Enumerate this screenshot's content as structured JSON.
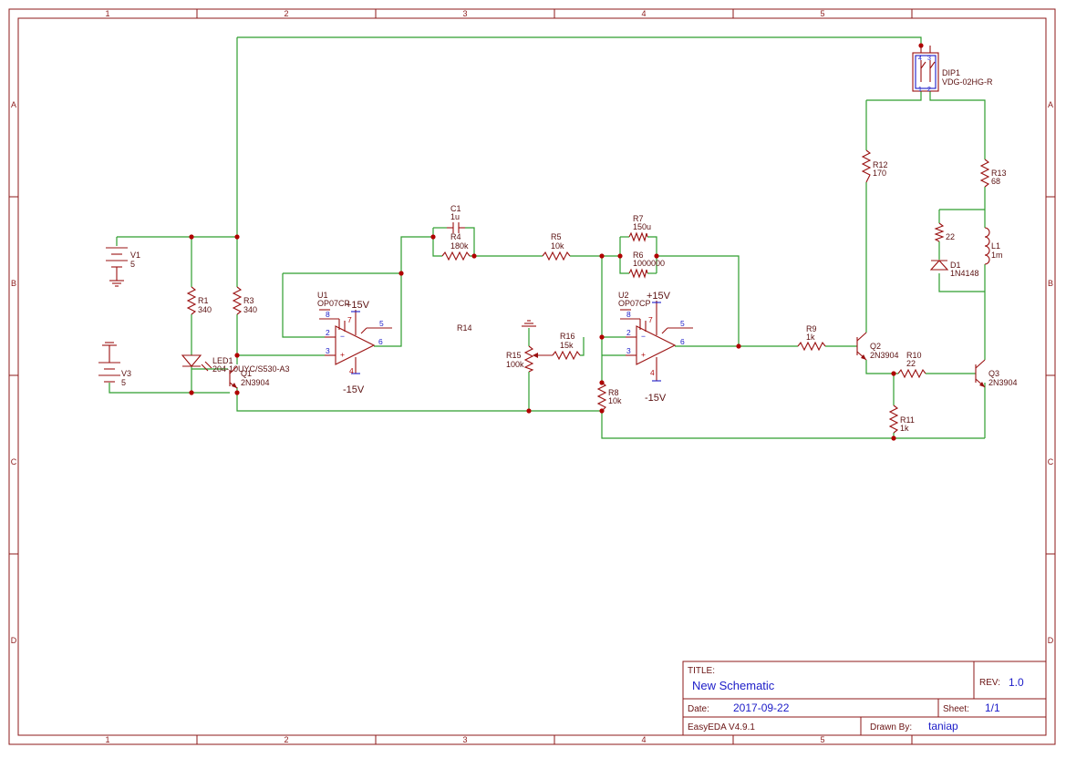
{
  "frame": {
    "columns": [
      "1",
      "2",
      "3",
      "4",
      "5"
    ],
    "rows": [
      "A",
      "B",
      "C",
      "D"
    ]
  },
  "title_block": {
    "title_label": "TITLE:",
    "title": "New Schematic",
    "rev_label": "REV:",
    "rev": "1.0",
    "date_label": "Date:",
    "date": "2017-09-22",
    "sheet_label": "Sheet:",
    "sheet": "1/1",
    "software": "EasyEDA V4.9.1",
    "drawn_by_label": "Drawn By:",
    "drawn_by": "taniap"
  },
  "components": {
    "v1": {
      "ref": "V1",
      "value": "5"
    },
    "v3": {
      "ref": "V3",
      "value": "5"
    },
    "r1": {
      "ref": "R1",
      "value": "340"
    },
    "r3": {
      "ref": "R3",
      "value": "340"
    },
    "led1": {
      "ref": "LED1",
      "value": "204-10UYC/S530-A3"
    },
    "q1": {
      "ref": "Q1",
      "value": "2N3904"
    },
    "u1": {
      "ref": "U1",
      "value": "OP07CP",
      "vplus": "+15V",
      "vminus": "-15V",
      "pins": [
        "8",
        "7",
        "2",
        "5",
        "3",
        "6",
        "4"
      ]
    },
    "c1": {
      "ref": "C1",
      "value": "1u"
    },
    "r4": {
      "ref": "R4",
      "value": "180k"
    },
    "r5": {
      "ref": "R5",
      "value": "10k"
    },
    "r14": {
      "ref": "R14"
    },
    "r15": {
      "ref": "R15",
      "value": "100k"
    },
    "r16": {
      "ref": "R16",
      "value": "15k"
    },
    "r7": {
      "ref": "R7",
      "value": "150u"
    },
    "r6": {
      "ref": "R6",
      "value": "1000000"
    },
    "u2": {
      "ref": "U2",
      "value": "OP07CP",
      "vplus": "+15V",
      "vminus": "-15V",
      "pins": [
        "8",
        "7",
        "2",
        "5",
        "3",
        "6",
        "4"
      ]
    },
    "r8": {
      "ref": "R8",
      "value": "10k"
    },
    "r9": {
      "ref": "R9",
      "value": "1k"
    },
    "q2": {
      "ref": "Q2",
      "value": "2N3904"
    },
    "r10": {
      "ref": "R10",
      "value": "22"
    },
    "r11": {
      "ref": "R11",
      "value": "1k"
    },
    "q3": {
      "ref": "Q3",
      "value": "2N3904"
    },
    "r12": {
      "ref": "R12",
      "value": "170"
    },
    "r13": {
      "ref": "R13",
      "value": "68"
    },
    "r_22": {
      "value": "22"
    },
    "d1": {
      "ref": "D1",
      "value": "1N4148"
    },
    "l1": {
      "ref": "L1",
      "value": "1m"
    },
    "dip1": {
      "ref": "DIP1",
      "value": "VDG-02HG-R",
      "pins": [
        "4",
        "3",
        "1",
        "2"
      ]
    }
  }
}
